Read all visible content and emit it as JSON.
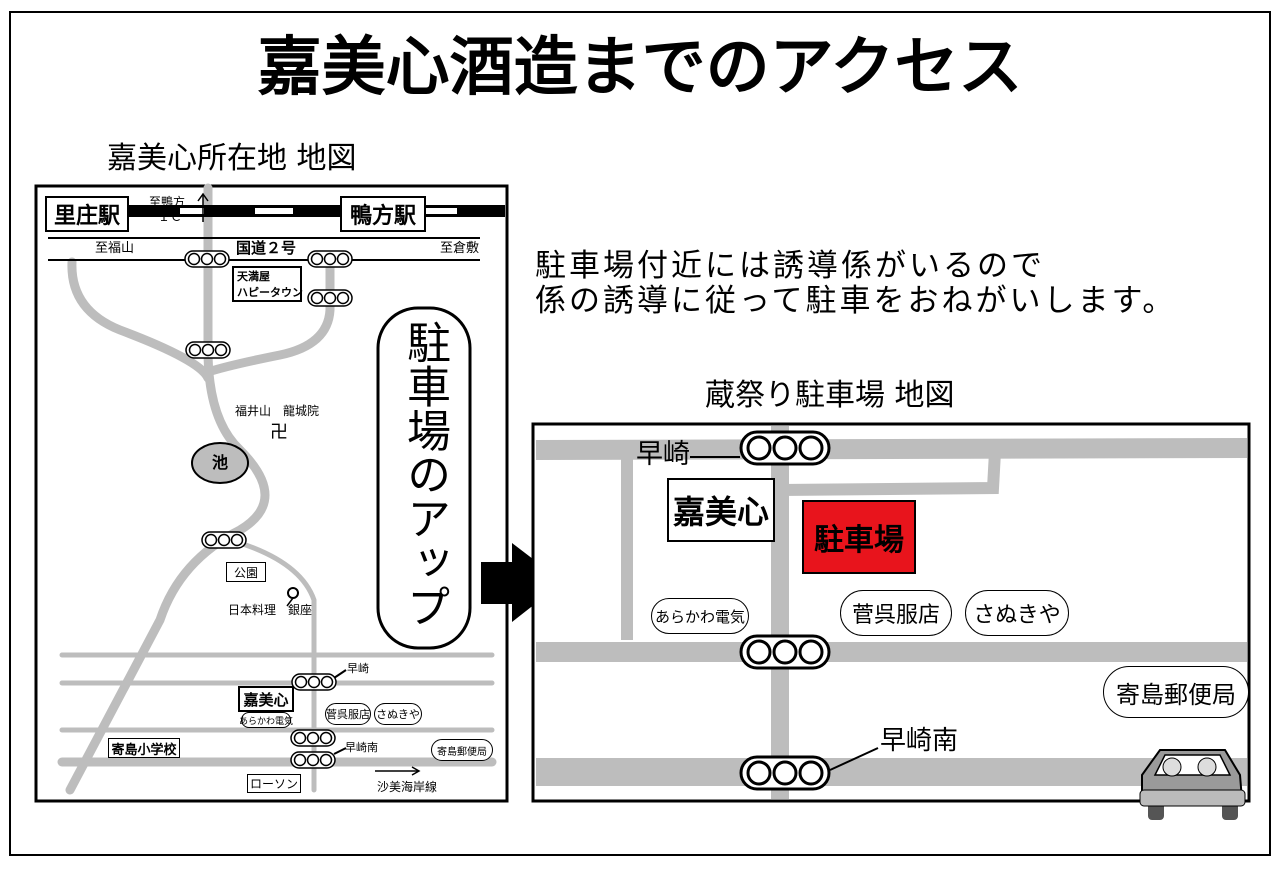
{
  "title": "嘉美心酒造までのアクセス",
  "area_map": {
    "heading": "嘉美心所在地 地図",
    "stations": [
      "里庄駅",
      "鴨方駅"
    ],
    "ic_label_top": "至鴨方",
    "ic_label_bottom": "ＩＣ",
    "route_name": "国道２号",
    "to_fukuyama": "至福山",
    "to_kurashiki": "至倉敷",
    "tenmaya": [
      "天満屋",
      "ハピータウン"
    ],
    "temple": "福井山　龍城院",
    "temple_symbol": "卍",
    "pond": "池",
    "park": "公園",
    "restaurant": "日本料理　銀座",
    "signal_hayasaki": "早崎",
    "signal_hayasaki_minami": "早崎南",
    "brewery": "嘉美心",
    "arakawa": "あらかわ電気",
    "suga": "菅呉服店",
    "sanukiya": "さぬきや",
    "school": "寄島小学校",
    "post_office": "寄島郵便局",
    "lawson": "ローソン",
    "coast_line": "沙美海岸線"
  },
  "callout": "駐車場のアップ",
  "notice": [
    "駐車場付近には誘導係がいるので",
    "係の誘導に従って駐車をおねがいします。"
  ],
  "parking_map": {
    "heading": "蔵祭り駐車場 地図",
    "signal_hayasaki": "早崎",
    "signal_hayasaki_minami": "早崎南",
    "brewery": "嘉美心",
    "parking": "駐車場",
    "arakawa": "あらかわ電気",
    "suga": "菅呉服店",
    "sanukiya": "さぬきや",
    "post_office": "寄島郵便局"
  },
  "colors": {
    "road": "#bdbdbd",
    "parking": "#e8141c",
    "pond": "#bdbdbd"
  }
}
